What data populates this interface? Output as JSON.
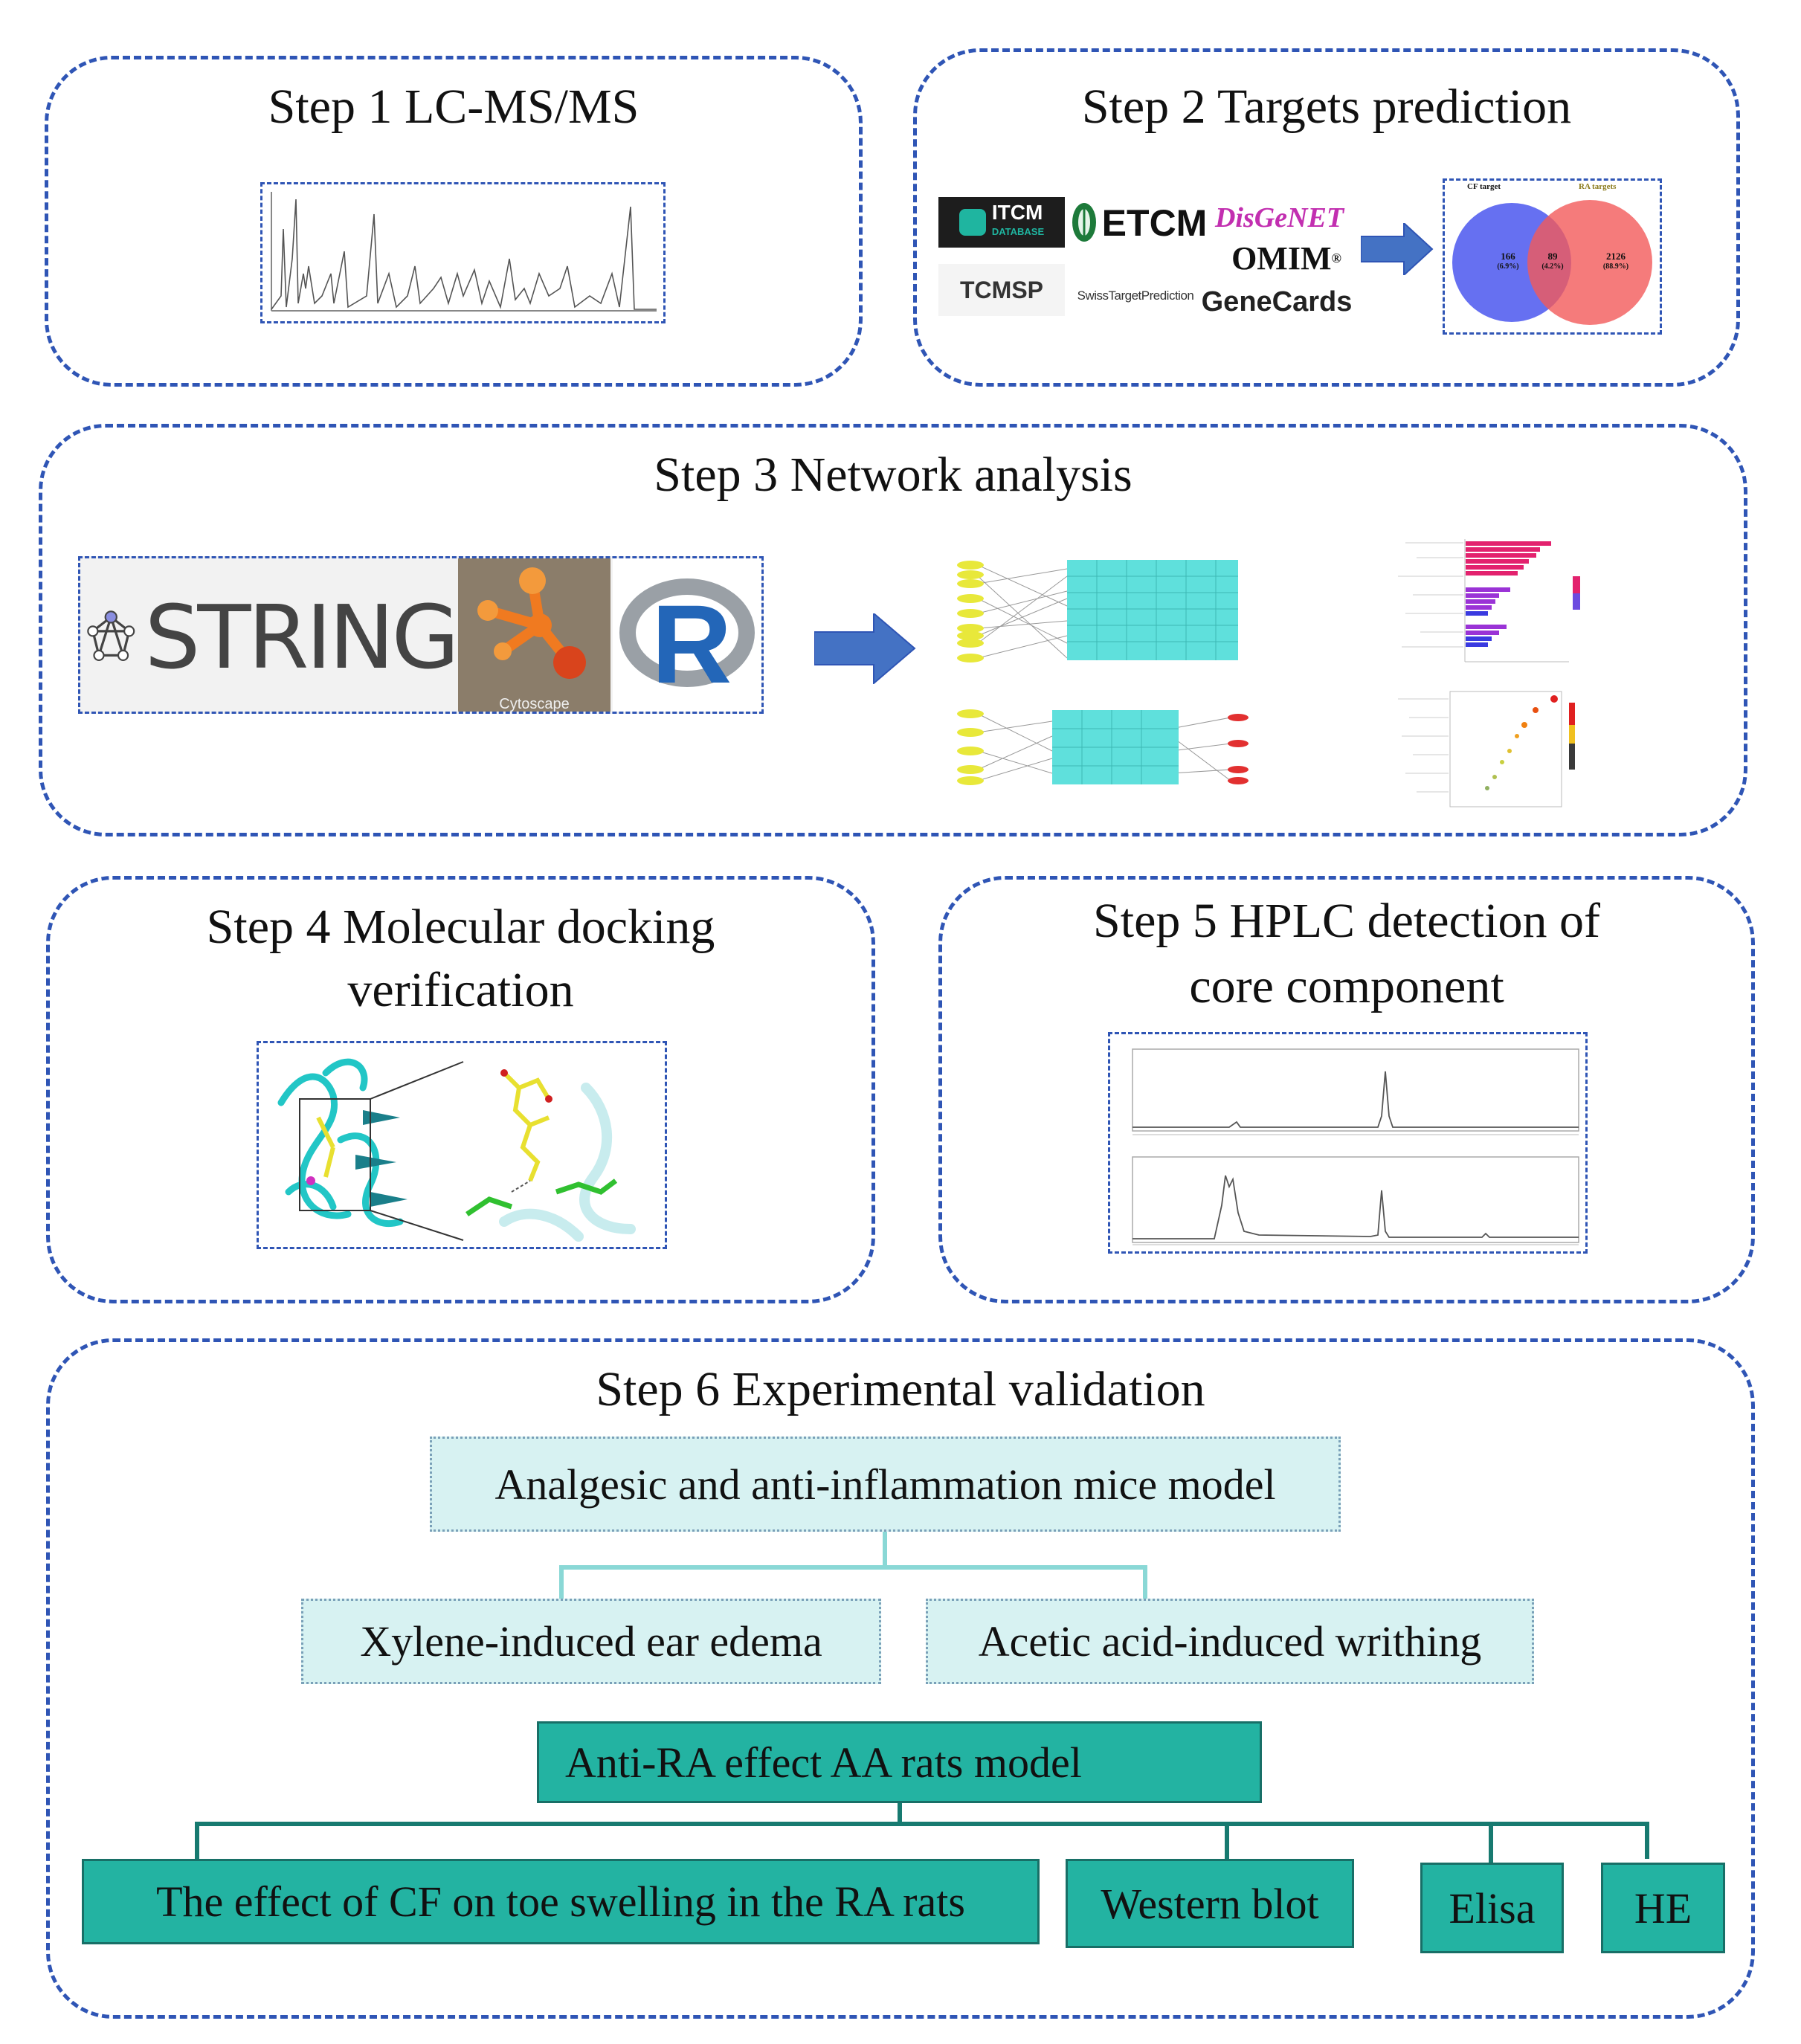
{
  "step1": {
    "title": "Step 1 LC-MS/MS"
  },
  "step2": {
    "title": "Step 2 Targets prediction",
    "logos": {
      "itcm": "ITCM",
      "itcm_sub": "DATABASE",
      "etcm": "ETCM",
      "disgenet": "DisGeNET",
      "omim": "OMIM",
      "tcmsp": "TCMSP",
      "swiss": "SwissTargetPrediction",
      "genecards": "GeneCards"
    },
    "venn": {
      "left_label": "CF target",
      "right_label": "RA targets",
      "left_value": "166",
      "left_pct": "(6.9%)",
      "mid_value": "89",
      "mid_pct": "(4.2%)",
      "right_value": "2126",
      "right_pct": "(88.9%)"
    }
  },
  "step3": {
    "title": "Step 3 Network analysis",
    "logos": {
      "string": "STRING",
      "cytoscape": "Cytoscape",
      "r": "R"
    }
  },
  "step4": {
    "title_line1": "Step 4 Molecular docking",
    "title_line2": "verification"
  },
  "step5": {
    "title_line1": "Step 5 HPLC detection of",
    "title_line2": "core component"
  },
  "step6": {
    "title": "Step 6 Experimental validation",
    "model1": "Analgesic and anti-inflammation mice model",
    "test1": "Xylene-induced ear edema",
    "test2": "Acetic acid-induced writhing",
    "model2": "Anti-RA effect AA rats model",
    "out1": "The effect of CF on toe swelling in the RA rats",
    "out2": "Western blot",
    "out3": "Elisa",
    "out4": "HE"
  },
  "colors": {
    "panel_border": "#2f55b5",
    "light_box": "#d7f2f2",
    "dark_box": "#23b3a2",
    "arrow": "#4472c4"
  }
}
